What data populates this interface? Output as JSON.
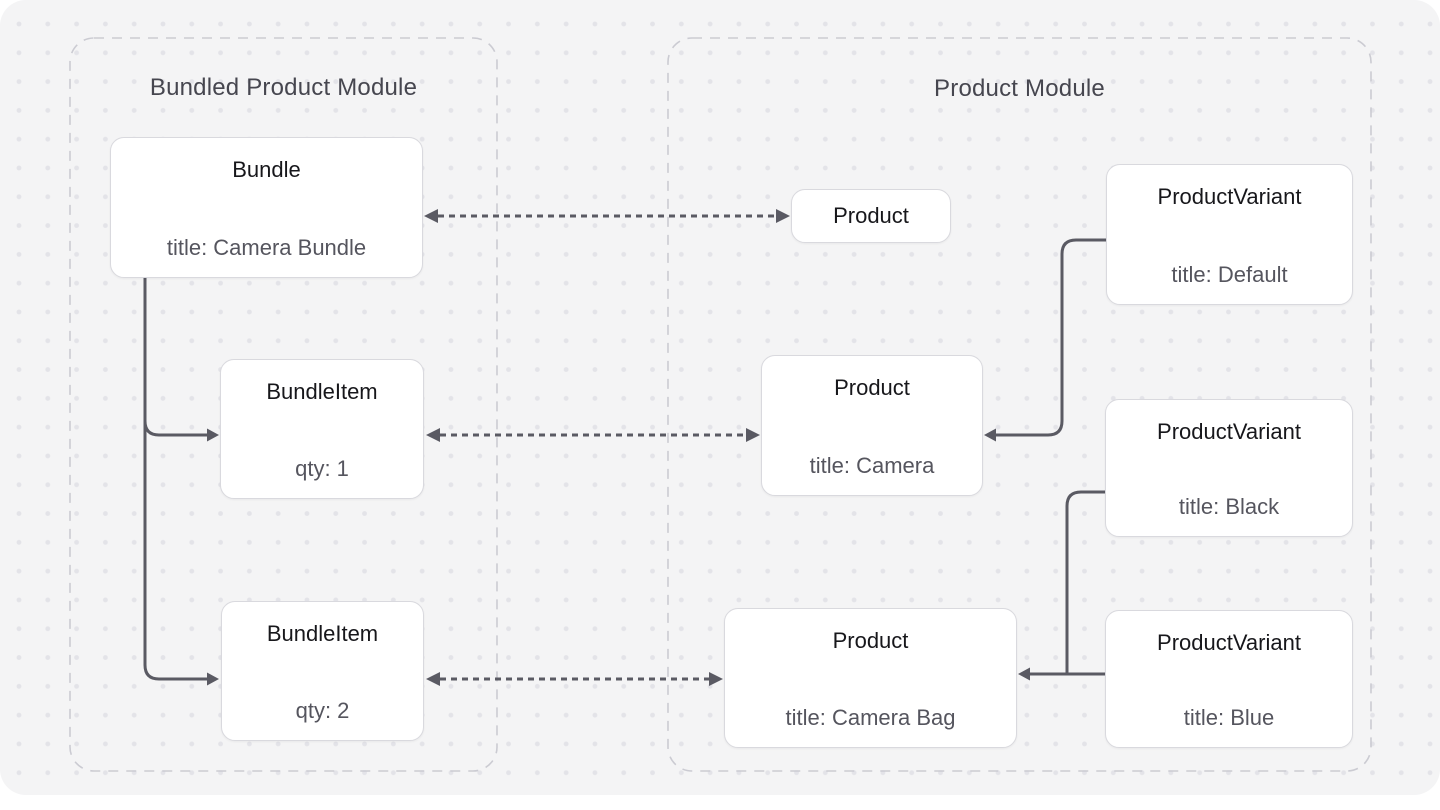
{
  "diagram": {
    "modules": [
      {
        "title": "Bundled Product Module"
      },
      {
        "title": "Product Module"
      }
    ],
    "nodes": [
      {
        "title": "Bundle",
        "subtitle": "title: Camera Bundle"
      },
      {
        "title": "BundleItem",
        "subtitle": "qty: 1"
      },
      {
        "title": "BundleItem",
        "subtitle": "qty: 2"
      },
      {
        "title": "Product"
      },
      {
        "title": "Product",
        "subtitle": "title: Camera"
      },
      {
        "title": "Product",
        "subtitle": "title: Camera Bag"
      },
      {
        "title": "ProductVariant",
        "subtitle": "title: Default"
      },
      {
        "title": "ProductVariant",
        "subtitle": "title: Black"
      },
      {
        "title": "ProductVariant",
        "subtitle": "title: Blue"
      }
    ],
    "edges": [
      {
        "from": "Bundle",
        "to": "Product",
        "type": "dashed-bidirectional"
      },
      {
        "from": "BundleItem (qty: 1)",
        "to": "Product (Camera)",
        "type": "dashed-bidirectional"
      },
      {
        "from": "BundleItem (qty: 2)",
        "to": "Product (Camera Bag)",
        "type": "dashed-bidirectional"
      },
      {
        "from": "Bundle",
        "to": "BundleItem (qty: 1)",
        "type": "solid-arrow"
      },
      {
        "from": "Bundle",
        "to": "BundleItem (qty: 2)",
        "type": "solid-arrow"
      },
      {
        "from": "ProductVariant (Default)",
        "to": "Product (Camera)",
        "type": "solid-arrow"
      },
      {
        "from": "ProductVariant (Black)",
        "to": "Product (Camera Bag)",
        "type": "solid-arrow"
      },
      {
        "from": "ProductVariant (Blue)",
        "to": "Product (Camera Bag)",
        "type": "solid-arrow"
      }
    ],
    "colors": {
      "canvas_bg": "#f4f4f5",
      "dot": "#e3e3e8",
      "node_bg": "#ffffff",
      "node_border": "#d9d9de",
      "node_title": "#17171b",
      "node_subtitle": "#55555e",
      "module_title": "#46464f",
      "module_border": "#cbcbd2",
      "connector": "#5a5a63"
    }
  }
}
